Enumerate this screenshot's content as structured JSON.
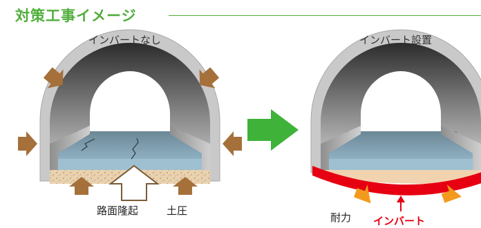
{
  "title": "対策工事イメージ",
  "left_panel": {
    "caption": "インバートなし",
    "labels": {
      "heave": "路面隆起",
      "earth_pressure": "土圧"
    }
  },
  "right_panel": {
    "caption": "インバート設置",
    "labels": {
      "resistance": "耐力",
      "invert": "インバート"
    }
  },
  "colors": {
    "title_green": "#4fae3a",
    "arrow_brown": "#a5703a",
    "arrow_orange": "#f39a1e",
    "invert_red": "#e60012",
    "transition_arrow": "#3fb23a"
  }
}
